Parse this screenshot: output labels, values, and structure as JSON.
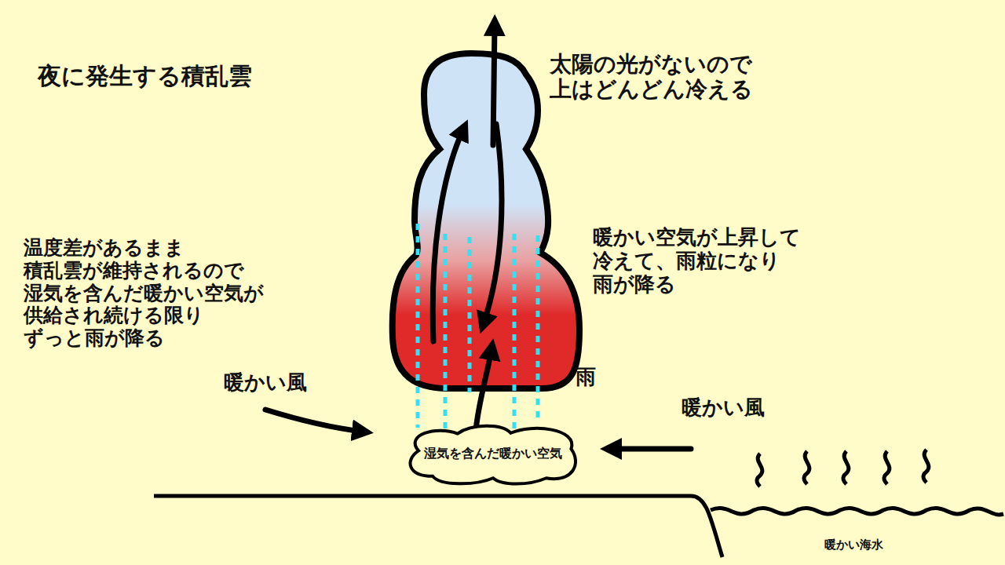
{
  "diagram": {
    "title": "夜に発生する積乱雲",
    "nodes": [
      {
        "text": [
          "湿気を含んだ暖かい空気"
        ]
      }
    ],
    "edges": [],
    "labels": [
      "太陽の光がないので 上はどんどん冷える",
      "暖かい空気が上昇して 冷えて、雨粒になり 雨が降る",
      "温度差があるまま 積乱雲が維持されるので 湿気を含んだ暖かい空気が 供給され続ける限り ずっと雨が降る",
      "雨",
      "暖かい風",
      "暖かい風",
      "暖かい海水"
    ]
  }
}
